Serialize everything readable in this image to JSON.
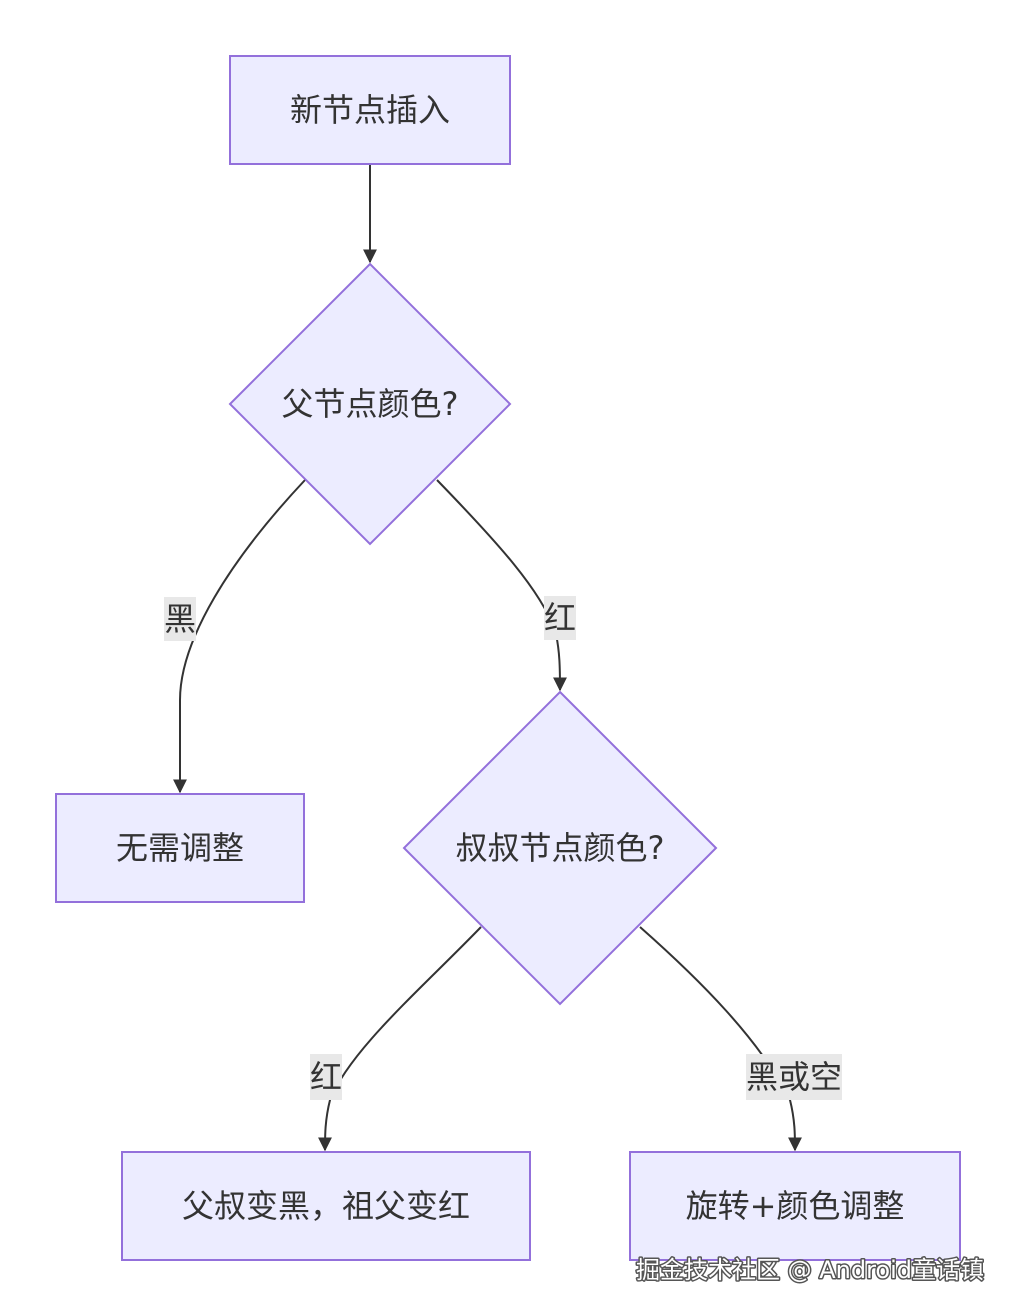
{
  "nodes": {
    "start": {
      "label": "新节点插入"
    },
    "parent_color": {
      "label": "父节点颜色?"
    },
    "no_adjust": {
      "label": "无需调整"
    },
    "uncle_color": {
      "label": "叔叔节点颜色?"
    },
    "recolor": {
      "label": "父叔变黑，祖父变红"
    },
    "rotate": {
      "label": "旋转+颜色调整"
    }
  },
  "edges": {
    "parent_black": {
      "label": "黑"
    },
    "parent_red": {
      "label": "红"
    },
    "uncle_red": {
      "label": "红"
    },
    "uncle_black_or_null": {
      "label": "黑或空"
    }
  },
  "watermark": {
    "text": "掘金技术社区 @ Android童话镇"
  },
  "colors": {
    "node_fill": "#ECECFF",
    "node_stroke": "#9370DB",
    "edge": "#333333",
    "edge_label_bg": "#E8E8E8"
  }
}
